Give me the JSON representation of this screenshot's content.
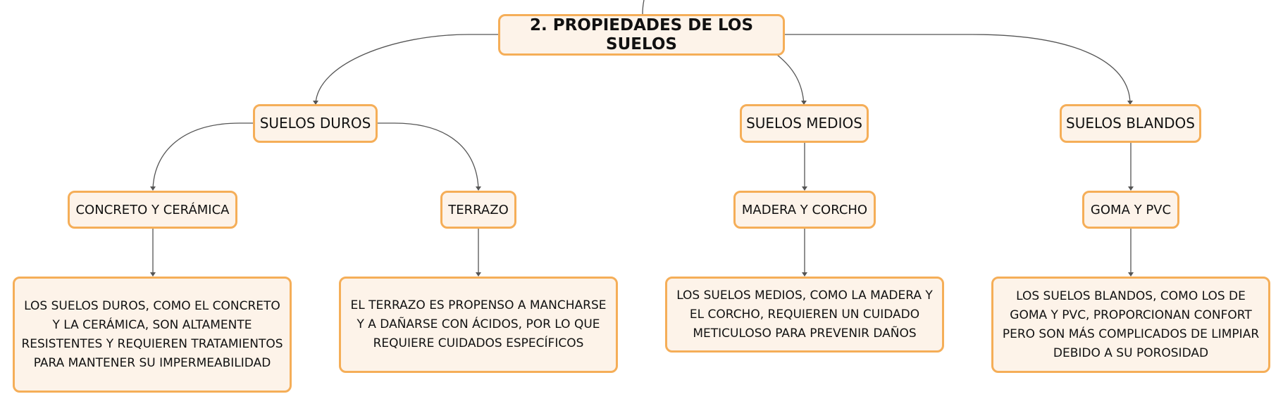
{
  "root": {
    "label": "2. PROPIEDADES DE LOS SUELOS"
  },
  "categories": [
    {
      "label": "SUELOS DUROS"
    },
    {
      "label": "SUELOS MEDIOS"
    },
    {
      "label": "SUELOS BLANDOS"
    }
  ],
  "subtopics": [
    {
      "label": "CONCRETO Y CERÁMICA"
    },
    {
      "label": "TERRAZO"
    },
    {
      "label": "MADERA Y CORCHO"
    },
    {
      "label": "GOMA Y PVC"
    }
  ],
  "descriptions": [
    {
      "text": "LOS SUELOS DUROS, COMO EL CONCRETO Y LA CERÁMICA, SON ALTAMENTE RESISTENTES Y REQUIEREN TRATAMIENTOS PARA MANTENER SU IMPERMEABILIDAD"
    },
    {
      "text": "EL TERRAZO ES PROPENSO A MANCHARSE Y A DAÑARSE CON ÁCIDOS, POR LO QUE REQUIERE CUIDADOS ESPECÍFICOS"
    },
    {
      "text": "LOS SUELOS MEDIOS, COMO LA MADERA Y EL CORCHO, REQUIEREN UN CUIDADO METICULOSO PARA PREVENIR DAÑOS"
    },
    {
      "text": "LOS SUELOS BLANDOS, COMO LOS DE GOMA Y PVC, PROPORCIONAN CONFORT PERO SON MÁS COMPLICADOS DE LIMPIAR DEBIDO A SU POROSIDAD"
    }
  ],
  "colors": {
    "node_fill": "#fdf3e9",
    "node_border": "#f5ae58",
    "connector": "#555555"
  }
}
